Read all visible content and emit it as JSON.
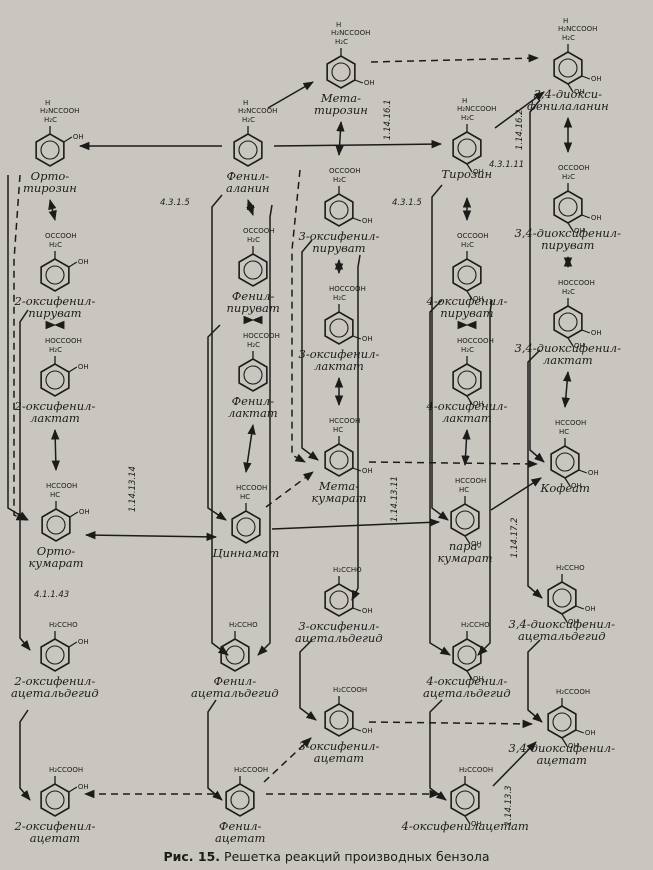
{
  "caption": {
    "prefix": "Рис. 15.",
    "text": "Решетка реакций производных бензола"
  },
  "compounds": [
    {
      "id": "ortotyrosine",
      "name": [
        "Орто-",
        "тирозин"
      ]
    },
    {
      "id": "phenylalanine",
      "name": [
        "Фенил-",
        "аланин"
      ]
    },
    {
      "id": "metatyrosine",
      "name": [
        "Мета-",
        "тирозин"
      ]
    },
    {
      "id": "tyrosine",
      "name": [
        "Тирозин"
      ]
    },
    {
      "id": "dopa",
      "name": [
        "3,4-диокси-",
        "фенилаланин"
      ]
    },
    {
      "id": "o_pyruvate",
      "name": [
        "2-оксифенил-",
        "пируват"
      ]
    },
    {
      "id": "phenylpyruvate",
      "name": [
        "Фенил-",
        "пируват"
      ]
    },
    {
      "id": "m_pyruvate",
      "name": [
        "3-оксифенил-",
        "пируват"
      ]
    },
    {
      "id": "p_pyruvate",
      "name": [
        "4-оксифенил-",
        "пируват"
      ]
    },
    {
      "id": "dihydroxy_pyruvate",
      "name": [
        "3,4-диоксифенил-",
        "пируват"
      ]
    },
    {
      "id": "o_lactate",
      "name": [
        "2-оксифенил-",
        "лактат"
      ]
    },
    {
      "id": "phenyllactate",
      "name": [
        "Фенил-",
        "лактат"
      ]
    },
    {
      "id": "m_lactate",
      "name": [
        "3-оксифенил-",
        "лактат"
      ]
    },
    {
      "id": "p_lactate",
      "name": [
        "4-оксифенил-",
        "лактат"
      ]
    },
    {
      "id": "dihydroxy_lactate",
      "name": [
        "3,4-диоксифенил-",
        "лактат"
      ]
    },
    {
      "id": "o_coumarate",
      "name": [
        "Орто-",
        "кумарат"
      ]
    },
    {
      "id": "cinnamate",
      "name": [
        "Циннамат"
      ]
    },
    {
      "id": "m_coumarate",
      "name": [
        "Мета-",
        "кумарат"
      ]
    },
    {
      "id": "p_coumarate",
      "name": [
        "пара-",
        "кумарат"
      ]
    },
    {
      "id": "caffeate",
      "name": [
        "Кофеат"
      ]
    },
    {
      "id": "o_acetaldehyde",
      "name": [
        "2-оксифенил-",
        "ацетальдегид"
      ]
    },
    {
      "id": "phenylacetaldehyde",
      "name": [
        "Фенил-",
        "ацетальдегид"
      ]
    },
    {
      "id": "m_acetaldehyde",
      "name": [
        "3-оксифенил-",
        "ацетальдегид"
      ]
    },
    {
      "id": "p_acetaldehyde",
      "name": [
        "4-оксифенил-",
        "ацетальдегид"
      ]
    },
    {
      "id": "dihydroxy_acetaldehyde",
      "name": [
        "3,4-диоксифенил-",
        "ацетальдегид"
      ]
    },
    {
      "id": "o_acetate",
      "name": [
        "2-оксифенил-",
        "ацетат"
      ]
    },
    {
      "id": "phenylacetate",
      "name": [
        "Фенил-",
        "ацетат"
      ]
    },
    {
      "id": "m_acetate",
      "name": [
        "3-оксифенил-",
        "ацетат"
      ]
    },
    {
      "id": "p_acetate",
      "name": [
        "4-оксифенилацетат"
      ]
    },
    {
      "id": "dihydroxy_acetate",
      "name": [
        "3,4-диоксифенил-",
        "ацетат"
      ]
    }
  ],
  "groups": {
    "aa": [
      "H₂NCCOOH",
      "H₂C"
    ],
    "pyr": [
      "OCCOOH",
      "H₂C"
    ],
    "lac": [
      "HOCCOOH",
      "H₂C"
    ],
    "cin": [
      "HCCOOH",
      "HC"
    ],
    "ald": [
      "H₂CCHO"
    ],
    "ace": [
      "H₂CCOOH"
    ],
    "oh": "OH",
    "h": "H"
  },
  "enzymes": {
    "e1": "1.14.16.1",
    "e2": "1.14.16.2",
    "e3": "4.3.1.11",
    "e4": "4.3.1.5",
    "e5": "4.3.1.5",
    "e6": "1.14.13.14",
    "e7": "1.14.13.11",
    "e8": "1.14.17.2",
    "e9": "4.1.1.43",
    "e10": "1.14.13.3"
  }
}
